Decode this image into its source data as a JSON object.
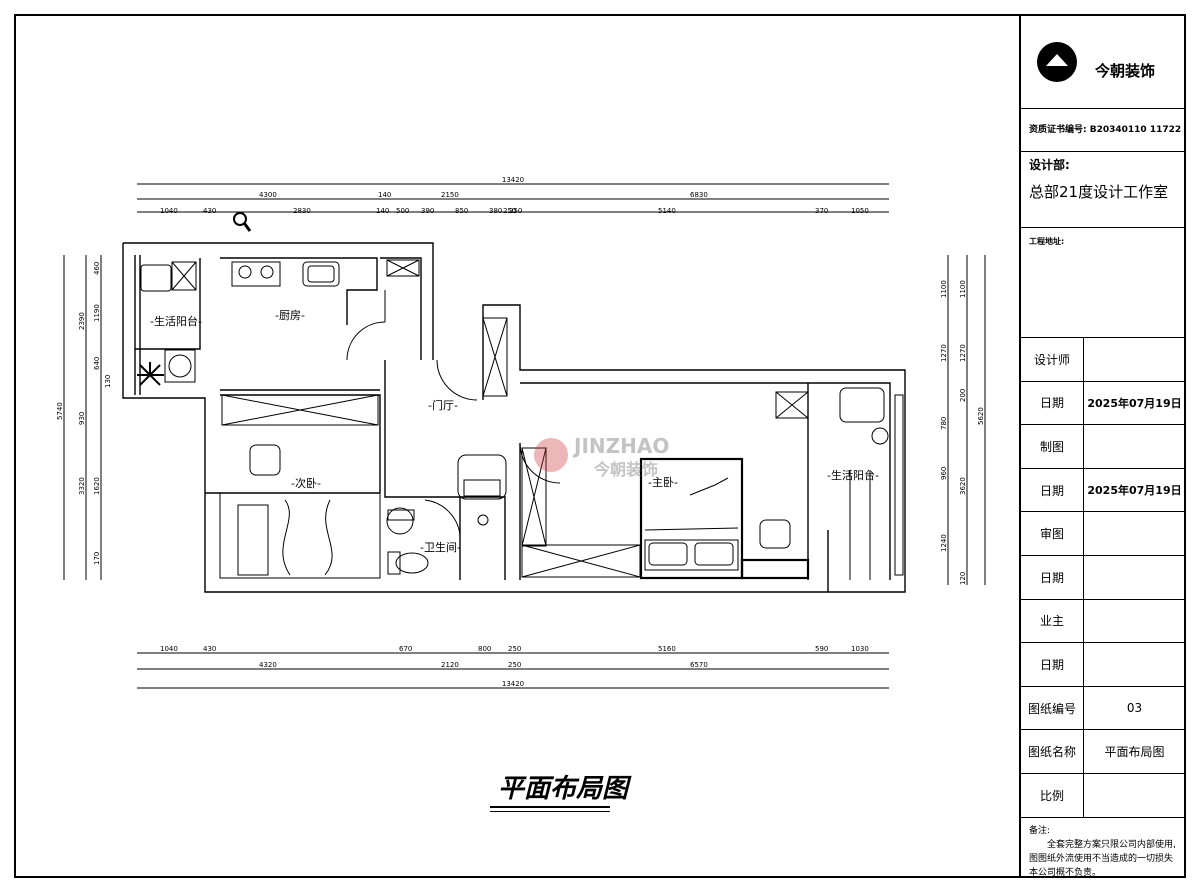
{
  "company": {
    "name": "今朝装饰",
    "cert": "资质证书编号: B20340110 11722"
  },
  "design_dept": {
    "label": "设计部:",
    "value": "总部21度设计工作室"
  },
  "project_address_label": "工程地址:",
  "title_block": [
    {
      "key": "设计师",
      "value": ""
    },
    {
      "key": "日期",
      "value": "2025年07月19日"
    },
    {
      "key": "制图",
      "value": ""
    },
    {
      "key": "日期",
      "value": "2025年07月19日"
    },
    {
      "key": "审图",
      "value": ""
    },
    {
      "key": "日期",
      "value": ""
    },
    {
      "key": "业主",
      "value": ""
    },
    {
      "key": "日期",
      "value": ""
    },
    {
      "key": "图纸编号",
      "value": "03"
    },
    {
      "key": "图纸名称",
      "value": "平面布局图"
    },
    {
      "key": "比例",
      "value": ""
    }
  ],
  "notes": {
    "label": "备注:",
    "text": "全套完整方案只限公司内部使用,图图纸外流使用不当造成的一切损失本公司概不负责。"
  },
  "drawing_title": "平面布局图",
  "watermark": {
    "en": "JINZHAO",
    "cn": "今朝装饰"
  },
  "rooms": {
    "balcony_left": "-生活阳台-",
    "kitchen": "-厨房-",
    "hall": "-门厅-",
    "second_bedroom": "-次卧-",
    "bathroom": "-卫生间-",
    "master_bedroom": "-主卧-",
    "balcony_right": "-生活阳台-"
  },
  "dims_top": {
    "total": "13420",
    "row2": [
      "4300",
      "140",
      "2150",
      "6830"
    ],
    "row3": [
      "1040",
      "430",
      "2830",
      "140",
      "500",
      "390",
      "850",
      "380",
      "250",
      "250",
      "5140",
      "370",
      "1050"
    ]
  },
  "dims_bottom": {
    "row1": [
      "1040",
      "430",
      "670",
      "800",
      "250",
      "5160",
      "590",
      "1030"
    ],
    "row2": [
      "4320",
      "2120",
      "250",
      "6570"
    ],
    "total": "13420"
  },
  "dims_left": {
    "total": "5740",
    "col2": [
      "2390",
      "930",
      "3320"
    ],
    "col3": [
      "460",
      "1190",
      "640",
      "130",
      "1620",
      "170"
    ]
  },
  "dims_right": {
    "total": "5620",
    "col2": [
      "1100",
      "1270",
      "200",
      "3620"
    ],
    "col3": [
      "1100",
      "1270",
      "780",
      "960",
      "1240",
      "120"
    ]
  }
}
